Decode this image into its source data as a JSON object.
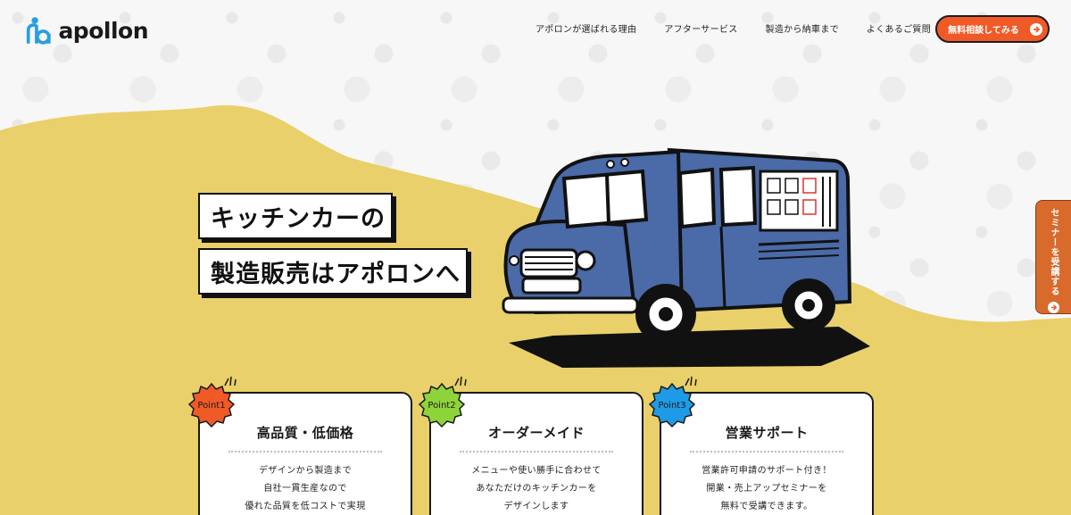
{
  "brand": {
    "name": "apollon"
  },
  "nav": {
    "items": [
      {
        "label": "アポロンが選ばれる理由"
      },
      {
        "label": "アフターサービス"
      },
      {
        "label": "製造から納車まで"
      },
      {
        "label": "よくあるご質問"
      }
    ],
    "cta_label": "無料相談してみる"
  },
  "hero": {
    "line1": "キッチンカーの",
    "line2": "製造販売はアポロンへ"
  },
  "side_tab": {
    "label": "セミナーを受講する"
  },
  "points": [
    {
      "badge": "Point1",
      "badge_color": "#f05a27",
      "title": "高品質・低価格",
      "desc": [
        "デザインから製造まで",
        "自社一貫生産なので",
        "優れた品質を低コストで実現"
      ]
    },
    {
      "badge": "Point2",
      "badge_color": "#8ed33a",
      "title": "オーダーメイド",
      "desc": [
        "メニューや使い勝手に合わせて",
        "あなただけのキッチンカーを",
        "デザインします"
      ]
    },
    {
      "badge": "Point3",
      "badge_color": "#1e9be6",
      "title": "営業サポート",
      "desc": [
        "営業許可申請のサポート付き！",
        "開業・売上アップセミナーを",
        "無料で受講できます。"
      ]
    }
  ],
  "colors": {
    "accent": "#f05a27",
    "hero_yellow": "#e9d06a",
    "truck_blue": "#4a6aa8"
  }
}
